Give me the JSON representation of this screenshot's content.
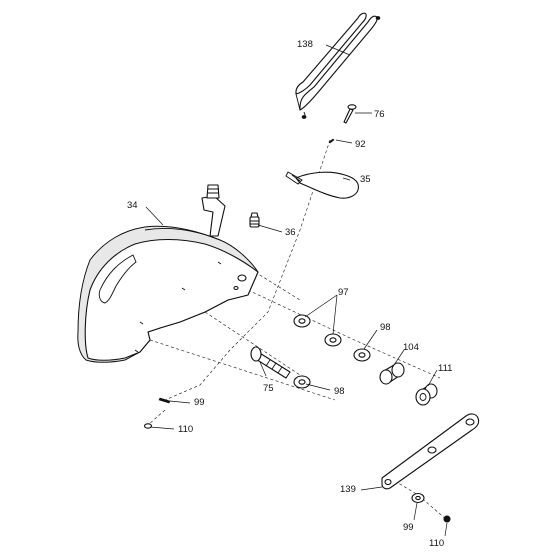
{
  "callouts": [
    {
      "id": "c138",
      "text": "138"
    },
    {
      "id": "c76",
      "text": "76"
    },
    {
      "id": "c92",
      "text": "92"
    },
    {
      "id": "c35",
      "text": "35"
    },
    {
      "id": "c34",
      "text": "34"
    },
    {
      "id": "c36",
      "text": "36"
    },
    {
      "id": "c97",
      "text": "97"
    },
    {
      "id": "c98a",
      "text": "98"
    },
    {
      "id": "c104",
      "text": "104"
    },
    {
      "id": "c111",
      "text": "111"
    },
    {
      "id": "c75",
      "text": "75"
    },
    {
      "id": "c98b",
      "text": "98"
    },
    {
      "id": "c99a",
      "text": "99"
    },
    {
      "id": "c110a",
      "text": "110"
    },
    {
      "id": "c139",
      "text": "139"
    },
    {
      "id": "c99b",
      "text": "99"
    },
    {
      "id": "c110b",
      "text": "110"
    }
  ]
}
